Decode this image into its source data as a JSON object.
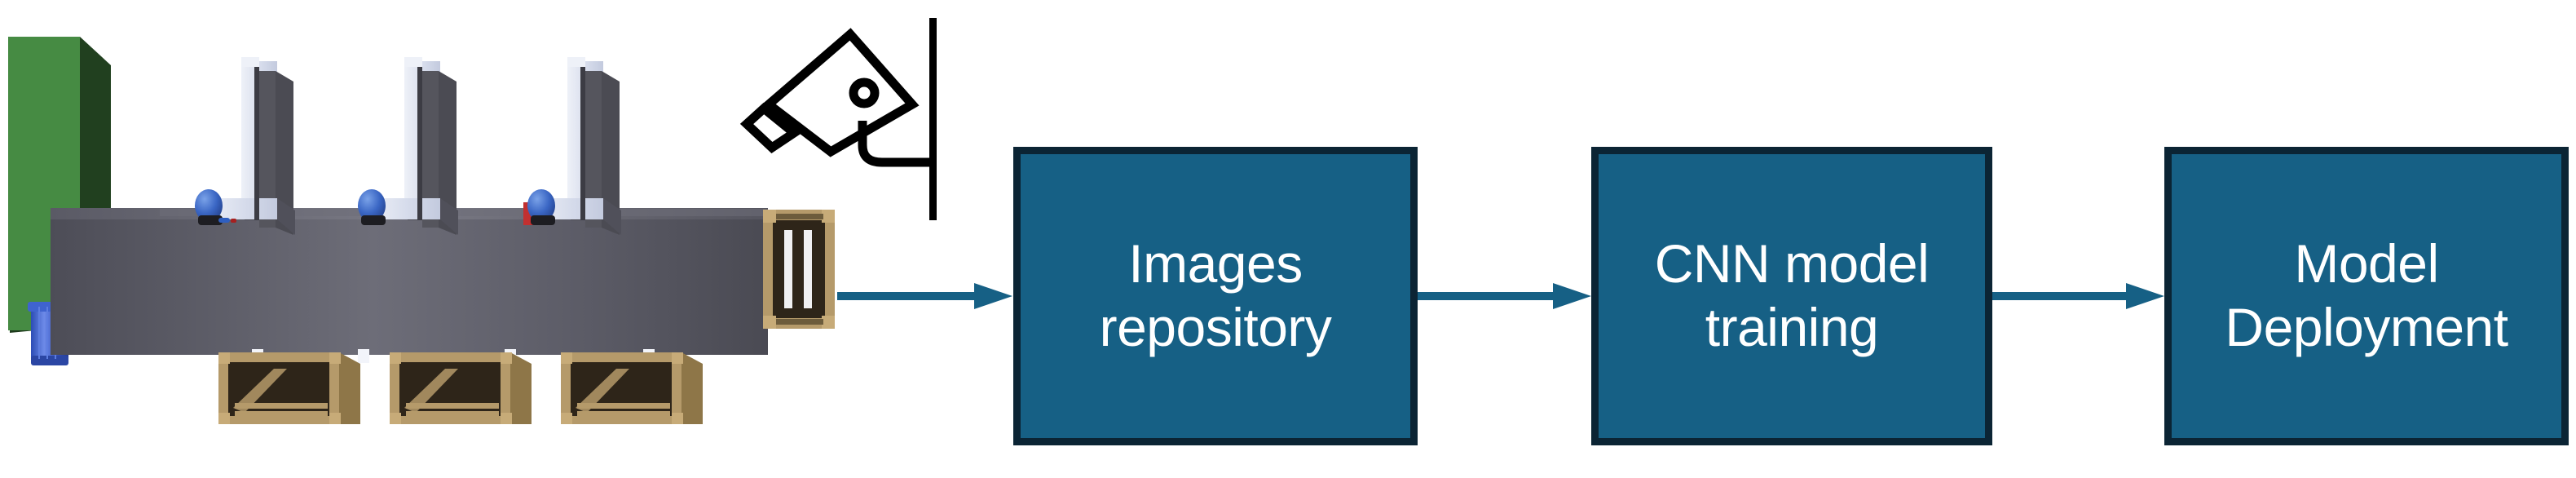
{
  "diagram": {
    "title": "Machine vision image pipeline",
    "background_color": "#ffffff",
    "accent_color": "#166085",
    "box_border_color": "#0b2434",
    "box_text_color": "#ffffff",
    "arrow_color": "#166085",
    "nodes": [
      {
        "id": "images-repository",
        "label": "Images\nrepository",
        "fill": "#166085",
        "border": "#0b2434"
      },
      {
        "id": "cnn-model-training",
        "label": "CNN model\ntraining",
        "fill": "#166085",
        "border": "#0b2434"
      },
      {
        "id": "model-deployment",
        "label": "Model\nDeployment",
        "fill": "#166085",
        "border": "#0b2434"
      }
    ],
    "arrows": [
      {
        "id": "arrow-conveyor-to-images",
        "from": "conveyor-line",
        "to": "images-repository",
        "color": "#166085"
      },
      {
        "id": "arrow-images-to-cnn",
        "from": "images-repository",
        "to": "cnn-model-training",
        "color": "#166085"
      },
      {
        "id": "arrow-cnn-to-deployment",
        "from": "cnn-model-training",
        "to": "model-deployment",
        "color": "#166085"
      }
    ],
    "illustration": {
      "id": "conveyor-line-illustration",
      "parts": [
        {
          "name": "green-machine-housing",
          "color": "#468b43",
          "shade": "#1e3a1c"
        },
        {
          "name": "blue-motor-cylinder",
          "color": "#3a5fcd"
        },
        {
          "name": "conveyor-belt-body",
          "color": "#54545f",
          "shade": "#6a6a74"
        },
        {
          "name": "white-gantry-post",
          "color": "#dde2ef",
          "shade": "#4a4a52",
          "count": 3
        },
        {
          "name": "blue-sensor-head",
          "color": "#2f5fc0",
          "count": 3
        },
        {
          "name": "cardboard-crate",
          "color": "#b59a6a",
          "shade": "#2e2519",
          "count": 4
        }
      ]
    },
    "camera": {
      "id": "security-camera-icon",
      "label": "security-camera",
      "stroke_color": "#000000",
      "parts": [
        "camera-body",
        "lens-hood",
        "lens-dot",
        "mount-arm",
        "wall-pole"
      ]
    }
  }
}
